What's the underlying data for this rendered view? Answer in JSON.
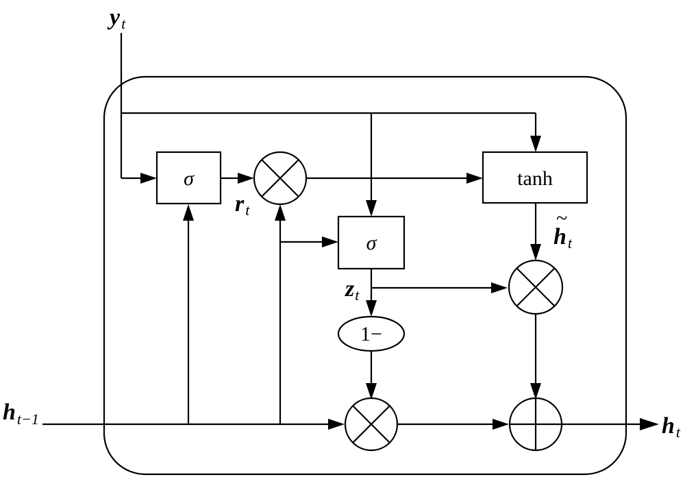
{
  "labels": {
    "input": {
      "main": "y",
      "sub": "t"
    },
    "prev_state": {
      "main": "h",
      "sub": "t−1"
    },
    "output": {
      "main": "h",
      "sub": "t"
    },
    "reset": {
      "main": "r",
      "sub": "t"
    },
    "update": {
      "main": "z",
      "sub": "t"
    },
    "candidate": {
      "main": "h",
      "accent": "~",
      "sub": "t"
    }
  },
  "nodes": {
    "sigma_reset": "σ",
    "sigma_update": "σ",
    "tanh": "tanh",
    "one_minus": "1−"
  }
}
